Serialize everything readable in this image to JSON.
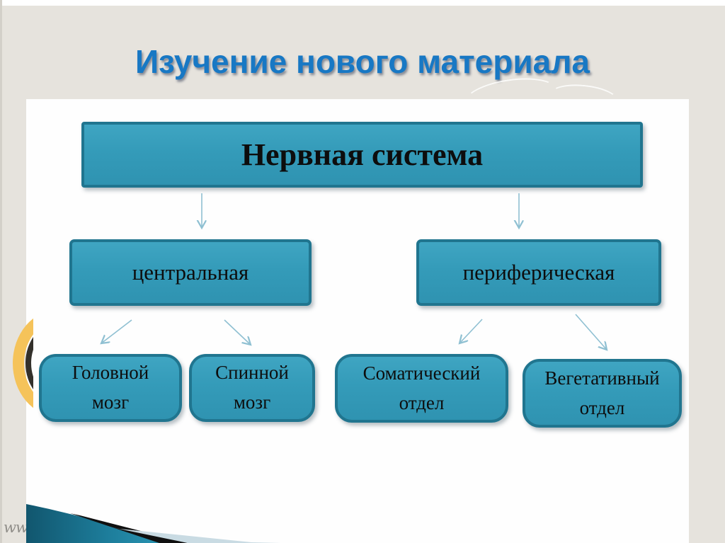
{
  "slide": {
    "title": "Изучение нового материала",
    "watermark": "ww"
  },
  "diagram": {
    "root": {
      "label": "Нервная система"
    },
    "level2": [
      {
        "label": "центральная"
      },
      {
        "label": "периферическая"
      }
    ],
    "level3": [
      {
        "label": "Головной мозг"
      },
      {
        "label": "Спинной мозг"
      },
      {
        "label": "Соматический отдел"
      },
      {
        "label": "Вегетативный отдел"
      }
    ]
  },
  "colors": {
    "title_blue": "#1878c4",
    "box_fill": "#349bb9",
    "box_border": "#20758f",
    "background_beige": "#e6e3dd",
    "panel_white": "#fefefe",
    "arrow_light_teal": "#8fc0d2",
    "accent_yellow": "#f5c35a",
    "wedge_teal": "#177190"
  }
}
